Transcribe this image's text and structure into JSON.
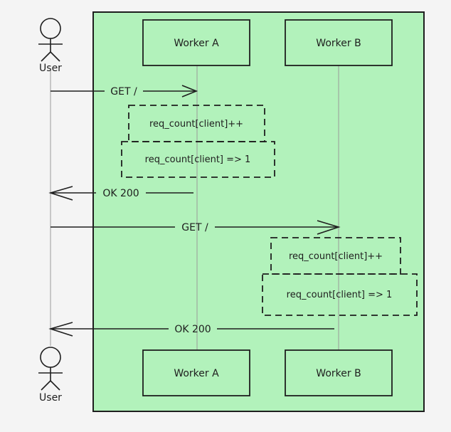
{
  "colors": {
    "background": "#f4f4f4",
    "group_fill": "#b2f2bb",
    "stroke": "#1e1e1e",
    "lifeline": "#9a9a9a"
  },
  "actors": {
    "top_label": "User",
    "bottom_label": "User"
  },
  "participants": {
    "worker_a_top": "Worker A",
    "worker_b_top": "Worker B",
    "worker_a_bottom": "Worker A",
    "worker_b_bottom": "Worker B"
  },
  "messages": {
    "get_1": "GET /",
    "ok_1": "OK 200",
    "get_2": "GET /",
    "ok_2": "OK 200"
  },
  "notes": {
    "a_increment": "req_count[client]++",
    "a_value": "req_count[client] => 1",
    "b_increment": "req_count[client]++",
    "b_value": "req_count[client] => 1"
  }
}
